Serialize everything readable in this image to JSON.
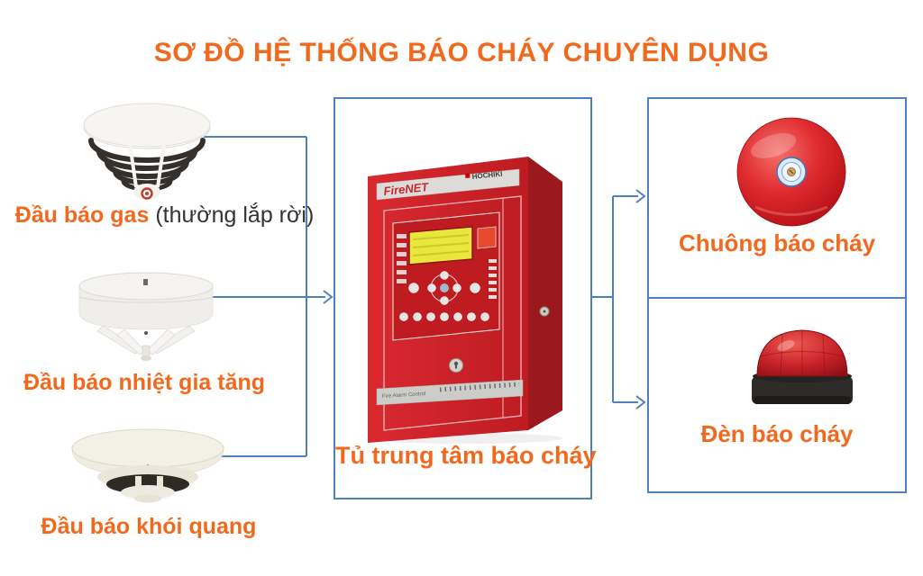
{
  "title": "SƠ ĐỒ HỆ THỐNG BÁO CHÁY CHUYÊN DỤNG",
  "detectors": [
    {
      "id": "gas",
      "label": "Đầu báo gas",
      "note": "(thường lắp rời)"
    },
    {
      "id": "heat",
      "label": "Đầu báo nhiệt gia tăng",
      "note": ""
    },
    {
      "id": "smoke",
      "label": "Đầu báo khói quang",
      "note": ""
    }
  ],
  "control_panel": {
    "label": "Tủ trung tâm báo cháy",
    "brand": "FireNET",
    "logo": "HOCHIKI",
    "strip_text": "Fire Alarm Control"
  },
  "outputs": [
    {
      "id": "bell",
      "label": "Chuông báo cháy"
    },
    {
      "id": "strobe",
      "label": "Đèn báo cháy"
    }
  ],
  "connections": [
    {
      "from": "detectors",
      "to": "control-panel"
    },
    {
      "from": "control-panel",
      "to": "bell"
    },
    {
      "from": "control-panel",
      "to": "strobe"
    }
  ],
  "colors": {
    "accent_orange": "#f2691e",
    "connector_blue": "#4f81bd",
    "panel_red": "#cf2127",
    "bell_red": "#e02c30",
    "note_gray": "#333333"
  }
}
